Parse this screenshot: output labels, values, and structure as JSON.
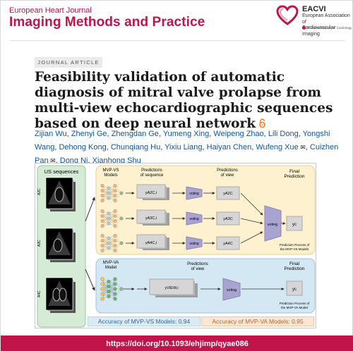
{
  "header": {
    "journal_small": "European Heart Journal",
    "journal_big": "Imaging Methods and Practice",
    "eacvi_title": "EACVI",
    "eacvi_line1": "European Association of",
    "eacvi_line2": "Cardiovascular Imaging",
    "esc_text": "European Society of Cardiology"
  },
  "article": {
    "badge": "JOURNAL ARTICLE",
    "title": "Feasibility validation of automatic diagnosis of mitral valve prolapse from multi-view echocardiographic sequences based on deep neural network",
    "authors": [
      {
        "name": "Zijian Wu",
        "mail": false
      },
      {
        "name": "Zhenyi Ge",
        "mail": false
      },
      {
        "name": "Zhengdan Ge",
        "mail": false
      },
      {
        "name": "Yumeng Xing",
        "mail": false
      },
      {
        "name": "Weipeng Zhao",
        "mail": false
      },
      {
        "name": "Lili Dong",
        "mail": false
      },
      {
        "name": "Yongshi Wang",
        "mail": false
      },
      {
        "name": "Dehong Kong",
        "mail": false
      },
      {
        "name": "Chunqiang Hu",
        "mail": false
      },
      {
        "name": "Yixiu Liang",
        "mail": false
      },
      {
        "name": "Haiyan Chen",
        "mail": false
      },
      {
        "name": "Wufeng Xue",
        "mail": true
      },
      {
        "name": "Cuizhen Pan",
        "mail": true
      },
      {
        "name": "Dong Ni",
        "mail": false
      },
      {
        "name": "Xianhong Shu",
        "mail": false
      }
    ]
  },
  "figure": {
    "us_sequences": "US sequences",
    "views": [
      "A2C",
      "A3C",
      "A4C"
    ],
    "vs_models_l1": "MVP-VS",
    "vs_models_l2": "Models",
    "pred_seq_l1": "Predictions",
    "pred_seq_l2": "of sequence",
    "pred_view_l1": "Predictions",
    "pred_view_l2": "of view",
    "final_l1": "Final",
    "final_l2": "Prediction",
    "seq_labels": [
      "yA2C,i",
      "yA3C,i",
      "yA4C,i"
    ],
    "view_labels": [
      "yA2C",
      "yA3C",
      "yA4C"
    ],
    "voting": "voting",
    "final_label": "yc",
    "vs_process_l1": "Prediction Process of",
    "vs_process_l2": "the MVP-VS Models",
    "va_model_l1": "MVP-VA",
    "va_model_l2": "Model",
    "va_pred_l1": "Predictions",
    "va_pred_l2": "of view",
    "va_final_l1": "Final",
    "va_final_l2": "Prediction",
    "va_view_label": "yVIEW,i",
    "va_final_label": "yc",
    "va_process_l1": "Prediction Process of",
    "va_process_l2": "the MVP-VA Model",
    "acc_vs": "Accuracy of MVP-VS Models: 0.94",
    "acc_va": "Accuracy of MVP-VA Models: 0.95"
  },
  "doi": "https://doi.org/10.1093/ehjimp/qyae086",
  "colors": {
    "brand": "#c0144b",
    "author_link": "#0d56a6",
    "vs_panel": "#fdf1cf",
    "va_panel": "#d4e8f3",
    "voting": "#a9a3d2",
    "green_nn": "#6ab46c"
  }
}
